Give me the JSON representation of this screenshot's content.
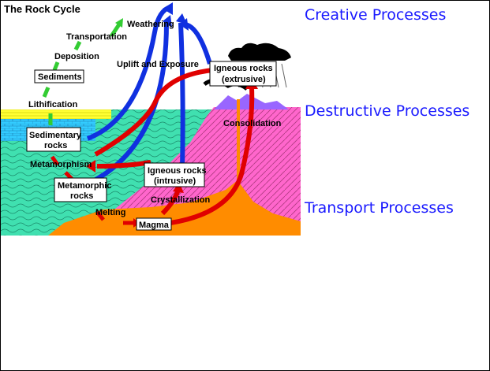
{
  "diagram": {
    "title": "The Rock Cycle",
    "labels": {
      "weathering": "Weathering",
      "transportation": "Transportation",
      "deposition": "Deposition",
      "sediments": "Sediments",
      "lithification": "Lithification",
      "uplift": "Uplift and Exposure",
      "igneous_extrusive_1": "Igneous rocks",
      "igneous_extrusive_2": "(extrusive)",
      "sedimentary_1": "Sedimentary",
      "sedimentary_2": "rocks",
      "metamorphism": "Metamorphism",
      "metamorphic_1": "Metamorphic",
      "metamorphic_2": "rocks",
      "igneous_intrusive_1": "Igneous rocks",
      "igneous_intrusive_2": "(intrusive)",
      "consolidation": "Consolidation",
      "crystallization": "Crystallization",
      "melting": "Melting",
      "magma": "Magma"
    },
    "colors": {
      "sediment_yellow": "#ffff33",
      "water_blue": "#33ccff",
      "metamorphic_teal": "#40e0b0",
      "igneous_pink": "#ff66cc",
      "magma_orange": "#ff8c00",
      "volcano_purple": "#9966ff",
      "arrow_blue": "#1030e0",
      "arrow_red": "#e00000",
      "arrow_green": "#33cc33"
    }
  },
  "processes": {
    "creative": "Creative Processes",
    "destructive": "Destructive Processes",
    "transport": "Transport Processes"
  }
}
